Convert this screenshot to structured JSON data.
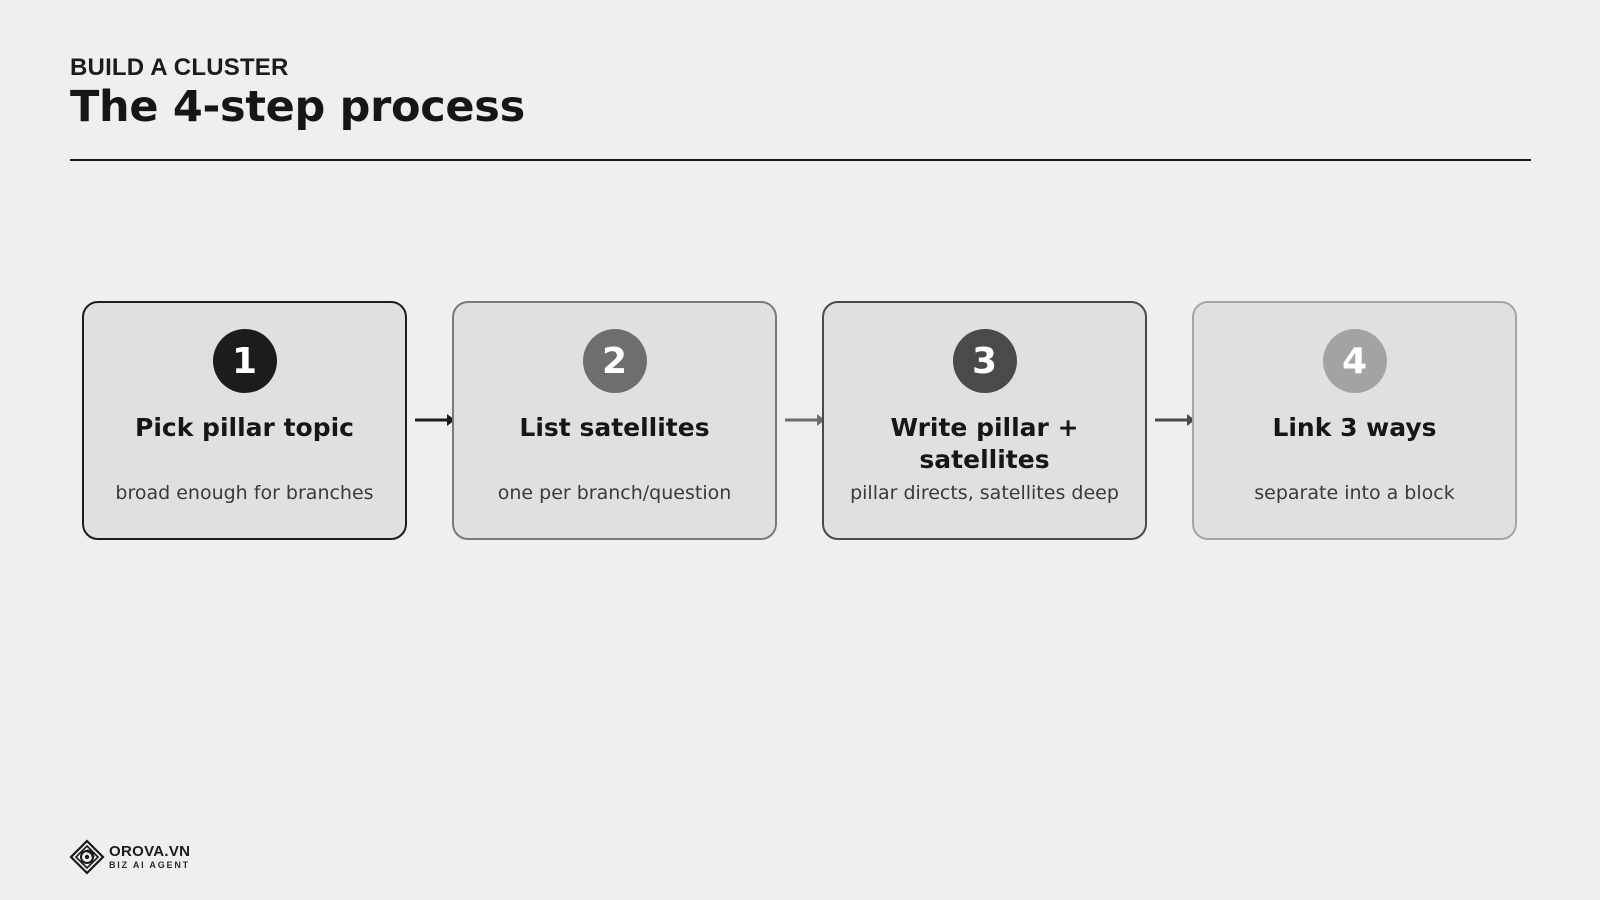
{
  "header": {
    "kicker": "BUILD A CLUSTER",
    "title": "The 4-step process"
  },
  "steps": [
    {
      "number": "1",
      "title": "Pick pillar topic",
      "description": "broad enough for branches",
      "color": "#1c1c1c"
    },
    {
      "number": "2",
      "title": "List satellites",
      "description": "one per branch/question",
      "color": "#6e6e6e"
    },
    {
      "number": "3",
      "title": "Write pillar + satellites",
      "description": "pillar directs, satellites deep",
      "color": "#4a4a4a"
    },
    {
      "number": "4",
      "title": "Link 3 ways",
      "description": "separate into a block",
      "color": "#a3a3a3"
    }
  ],
  "logo": {
    "name": "OROVA.VN",
    "tagline": "BIZ AI AGENT",
    "icon": "spiral-diamond-icon"
  }
}
